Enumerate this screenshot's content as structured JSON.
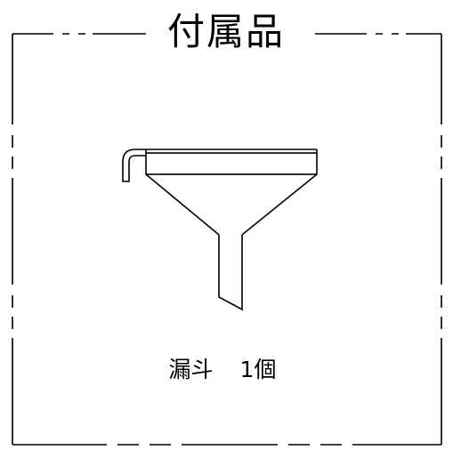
{
  "title": "付属品",
  "caption": {
    "item": "漏斗",
    "quantity": "1個"
  },
  "icons": {
    "funnel": "funnel-icon"
  },
  "colors": {
    "line": "#000000",
    "background": "#ffffff"
  }
}
